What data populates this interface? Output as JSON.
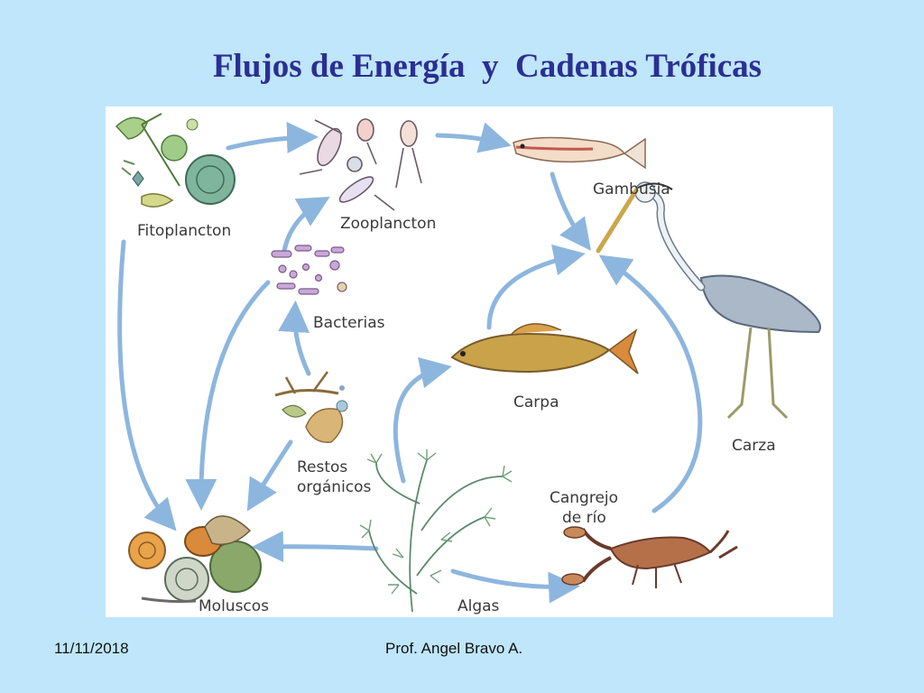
{
  "slide": {
    "title": "Flujos de Energía  y  Cadenas Tróficas"
  },
  "diagram": {
    "nodes": {
      "fitoplancton": "Fitoplancton",
      "zooplancton": "Zooplancton",
      "gambusia": "Gambusia",
      "bacterias": "Bacterias",
      "carpa": "Carpa",
      "carza": "Carza",
      "restos_line1": "Restos",
      "restos_line2": "orgánicos",
      "cangrejo_line1": "Cangrejo",
      "cangrejo_line2": "de río",
      "moluscos": "Moluscos",
      "algas": "Algas"
    },
    "colors": {
      "arrow": "#8db6de",
      "panel_background": "#ffffff",
      "slide_background": "#bfe6fb",
      "title": "#2b2f93"
    }
  },
  "footer": {
    "date": "11/11/2018",
    "author": "Prof. Angel Bravo A."
  }
}
